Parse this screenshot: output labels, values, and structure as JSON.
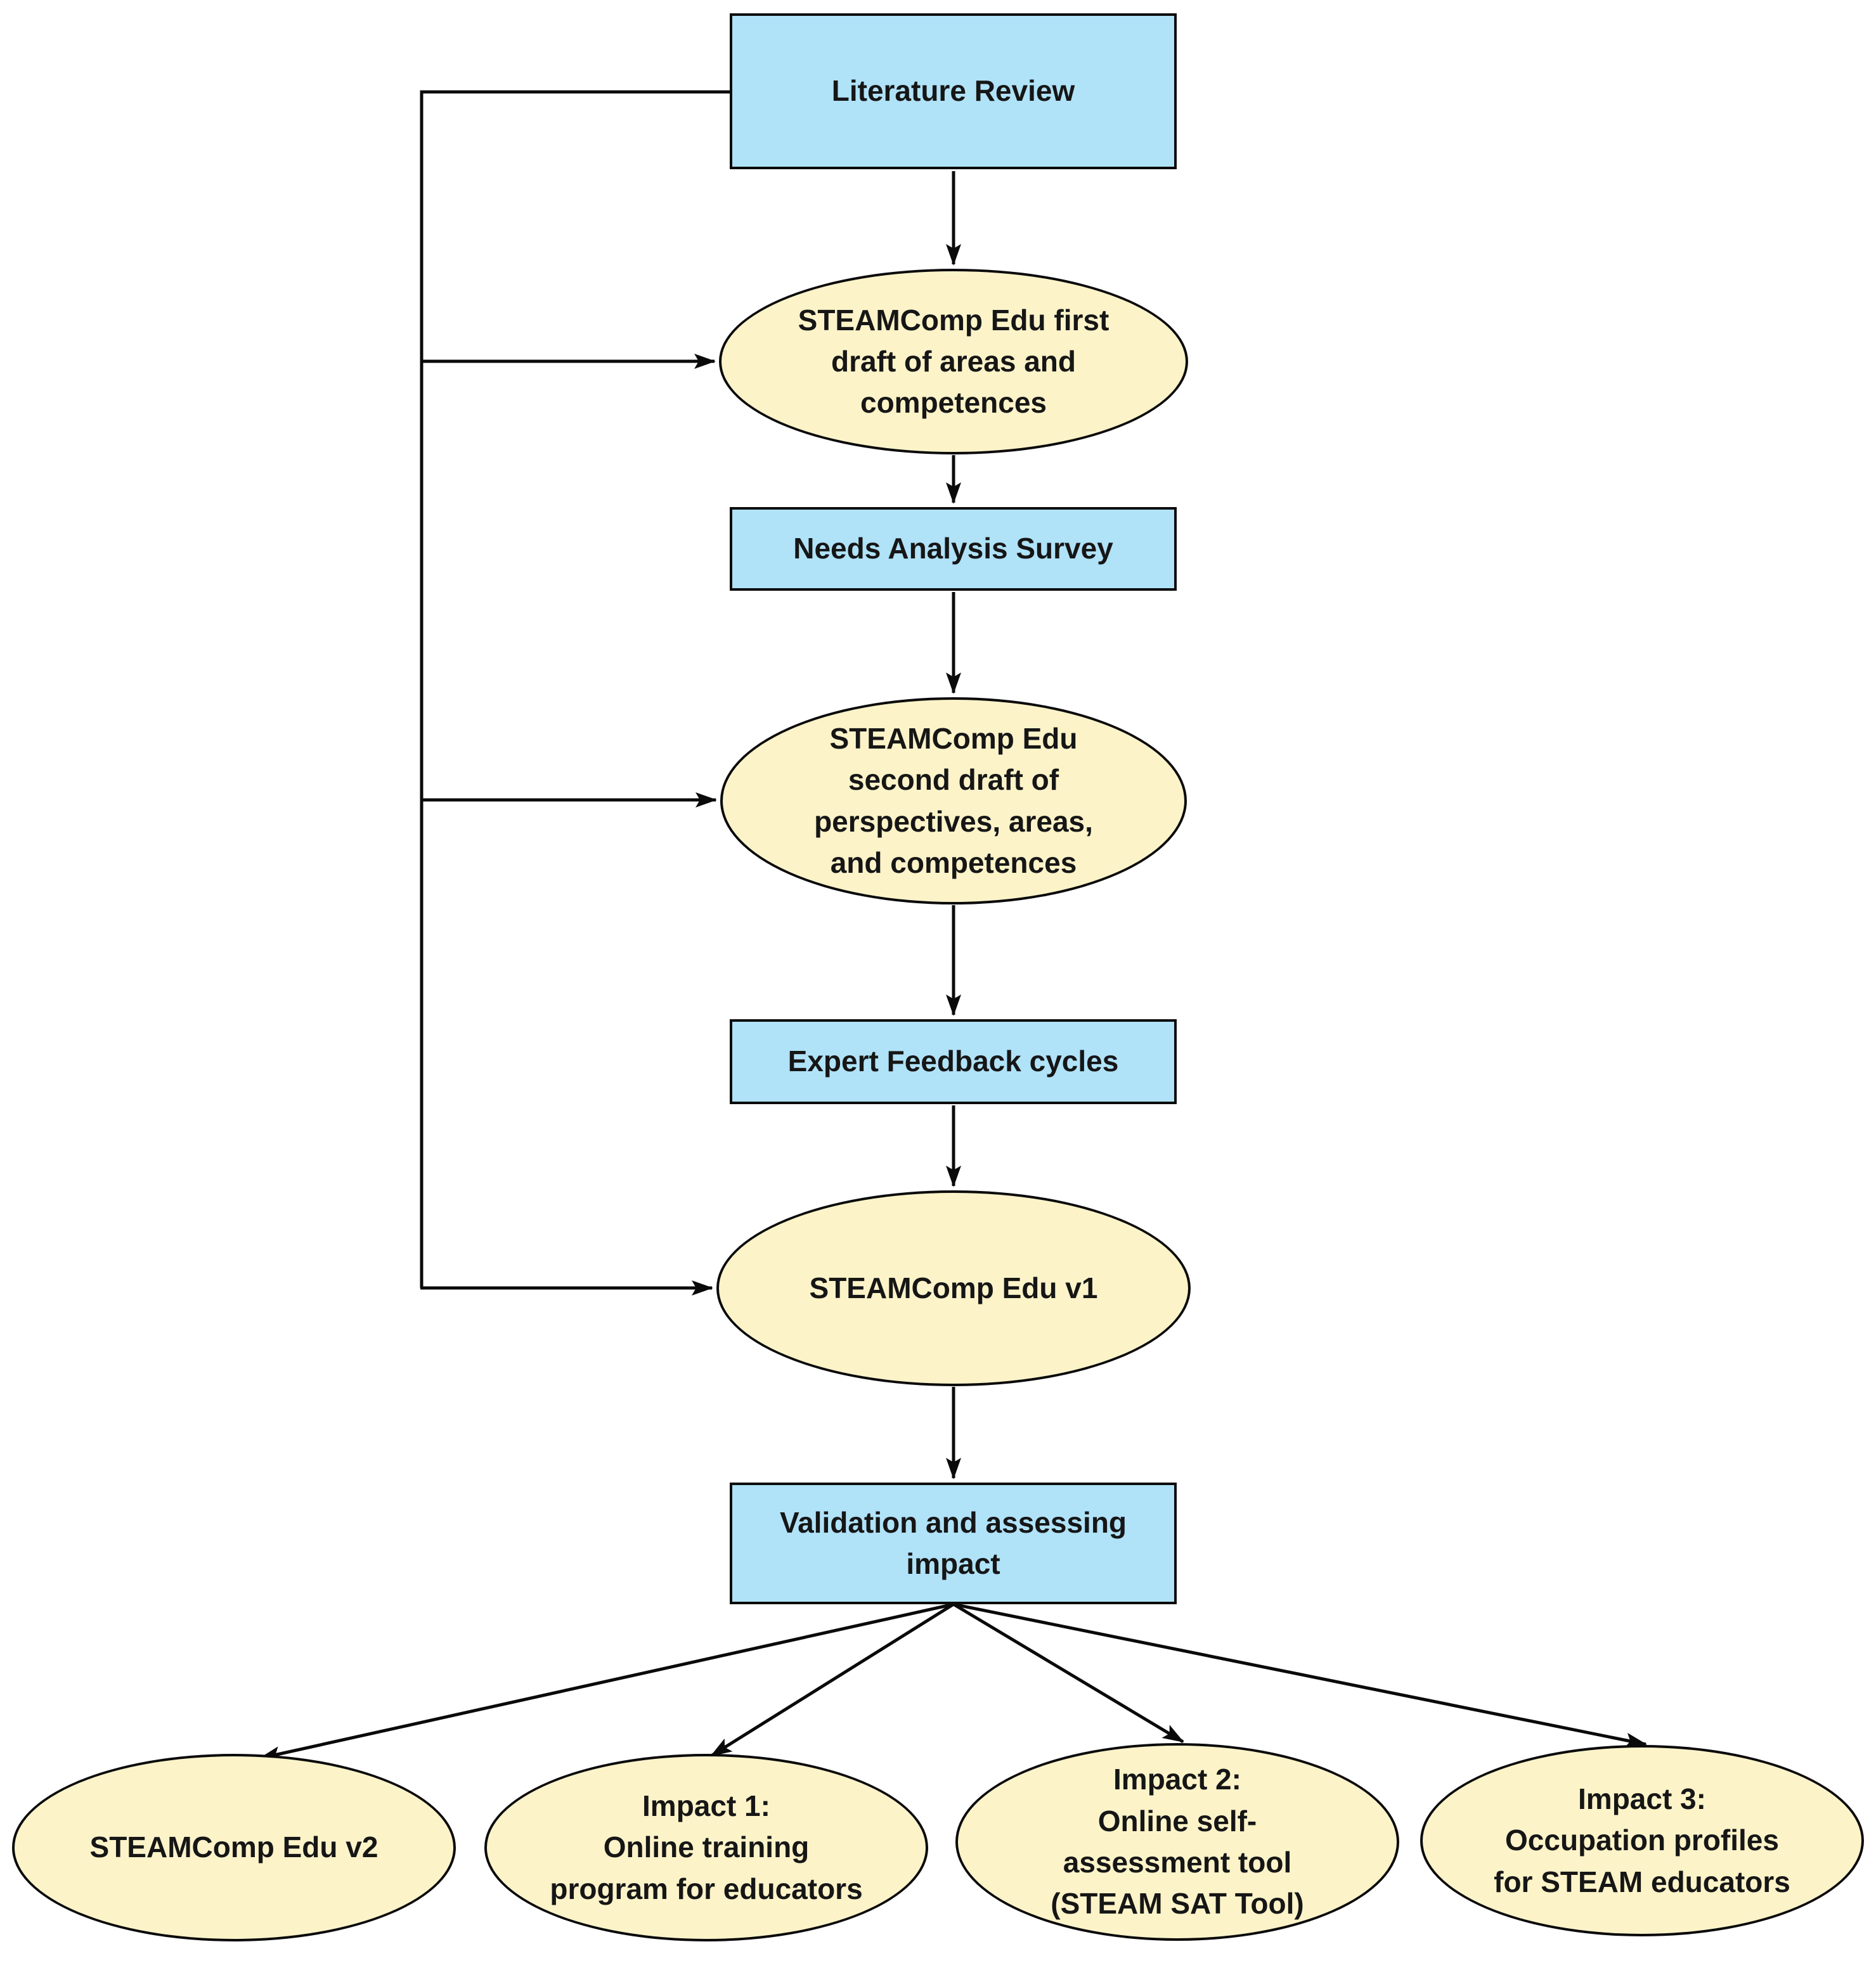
{
  "diagram": {
    "colors": {
      "process_fill": "#b0e2f8",
      "artifact_fill": "#fcf3c9",
      "border": "#0a0a0a",
      "connector": "#0a0a0a",
      "background": "#ffffff",
      "text": "#161616"
    },
    "nodes": {
      "literature_review": {
        "shape": "rectangle",
        "label": "Literature Review"
      },
      "first_draft": {
        "shape": "ellipse",
        "label": "STEAMComp Edu first\ndraft of areas and\ncompetences"
      },
      "needs_analysis_survey": {
        "shape": "rectangle",
        "label": "Needs Analysis Survey"
      },
      "second_draft": {
        "shape": "ellipse",
        "label": "STEAMComp Edu\nsecond draft of\nperspectives, areas,\nand competences"
      },
      "expert_feedback_cycles": {
        "shape": "rectangle",
        "label": "Expert Feedback cycles"
      },
      "steamcomp_edu_v1": {
        "shape": "ellipse",
        "label": "STEAMComp Edu v1"
      },
      "validation": {
        "shape": "rectangle",
        "label": "Validation and assessing\nimpact"
      },
      "steamcomp_edu_v2": {
        "shape": "ellipse",
        "label": "STEAMComp Edu v2"
      },
      "impact_1": {
        "shape": "ellipse",
        "label": "Impact 1:\nOnline training\nprogram for educators"
      },
      "impact_2": {
        "shape": "ellipse",
        "label": "Impact 2:\nOnline self-\nassessment tool\n(STEAM SAT Tool)"
      },
      "impact_3": {
        "shape": "ellipse",
        "label": "Impact 3:\nOccupation profiles\nfor STEAM educators"
      }
    },
    "edges": [
      {
        "from": "literature_review",
        "to": "first_draft",
        "route": "down"
      },
      {
        "from": "first_draft",
        "to": "needs_analysis_survey",
        "route": "down"
      },
      {
        "from": "needs_analysis_survey",
        "to": "second_draft",
        "route": "down"
      },
      {
        "from": "second_draft",
        "to": "expert_feedback_cycles",
        "route": "down"
      },
      {
        "from": "expert_feedback_cycles",
        "to": "steamcomp_edu_v1",
        "route": "down"
      },
      {
        "from": "steamcomp_edu_v1",
        "to": "validation",
        "route": "down"
      },
      {
        "from": "literature_review",
        "to": "first_draft",
        "route": "left-side"
      },
      {
        "from": "literature_review",
        "to": "second_draft",
        "route": "left-side"
      },
      {
        "from": "literature_review",
        "to": "steamcomp_edu_v1",
        "route": "left-side"
      },
      {
        "from": "validation",
        "to": "steamcomp_edu_v2",
        "route": "fan"
      },
      {
        "from": "validation",
        "to": "impact_1",
        "route": "fan"
      },
      {
        "from": "validation",
        "to": "impact_2",
        "route": "fan"
      },
      {
        "from": "validation",
        "to": "impact_3",
        "route": "fan"
      }
    ]
  }
}
